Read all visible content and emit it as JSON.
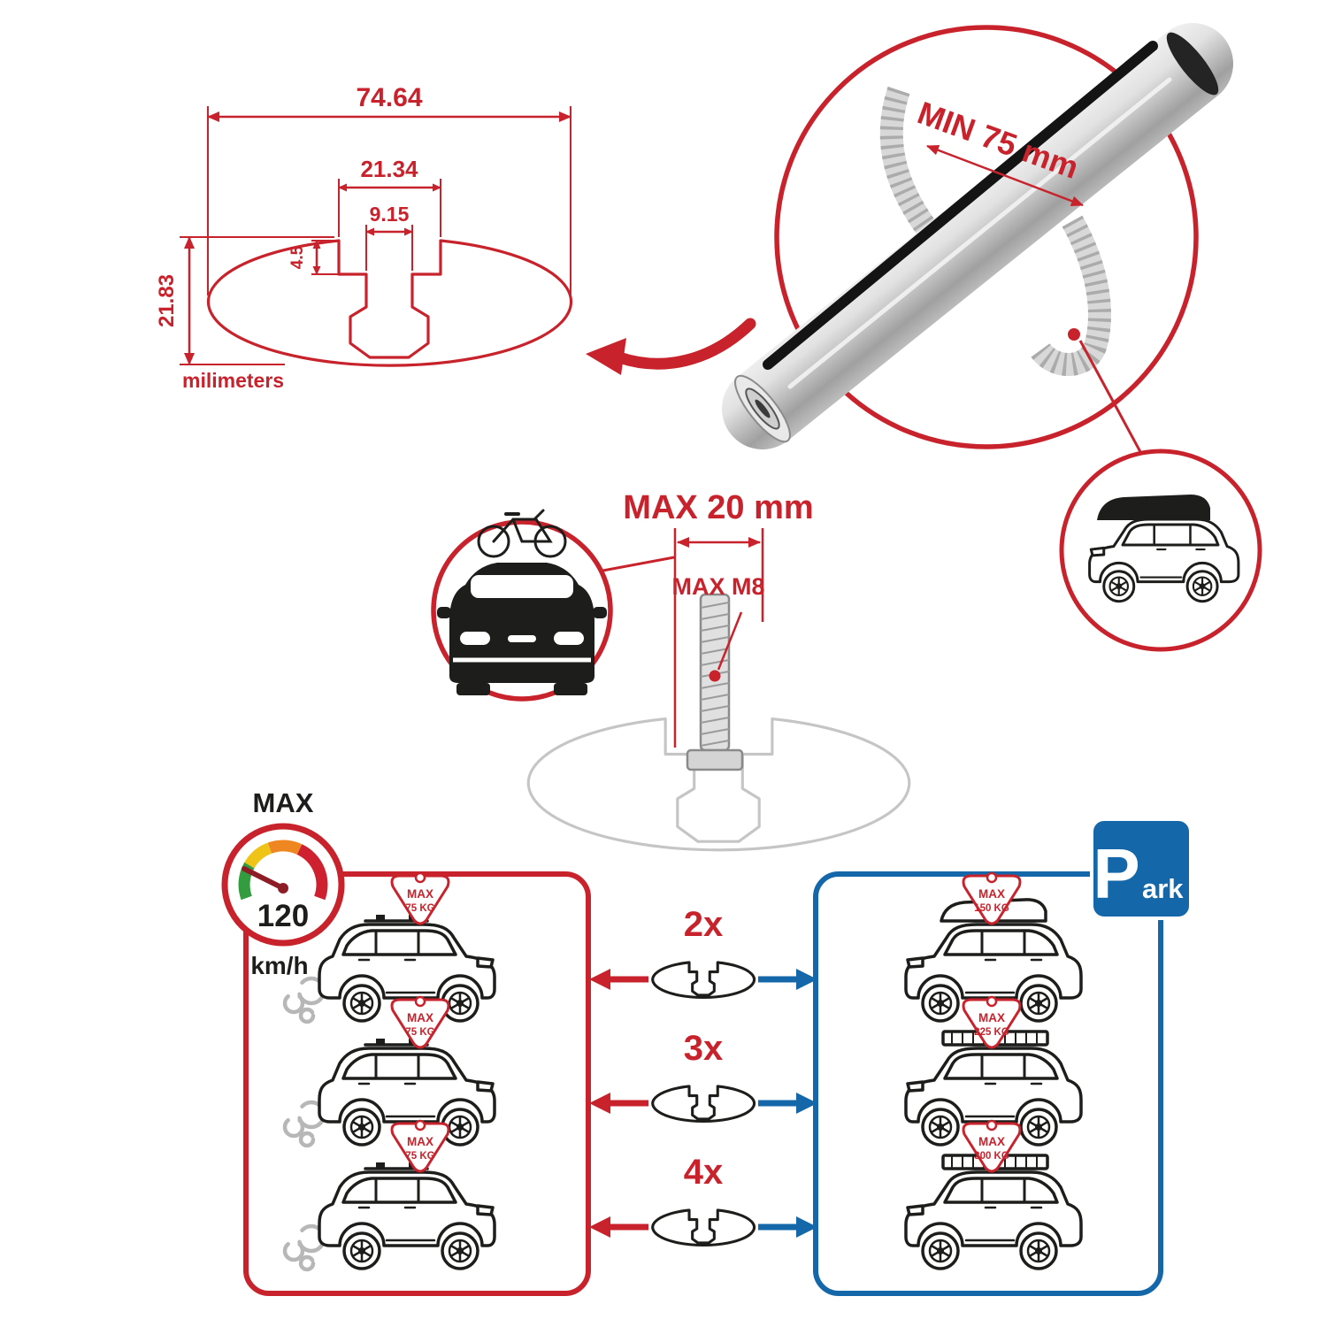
{
  "colors": {
    "red": "#c8232c",
    "blue": "#1467a8",
    "black": "#1d1d1b",
    "silver": "#d9d9d9"
  },
  "profile_dimensions": {
    "total_width": "74.64",
    "slot_outer_width": "21.34",
    "slot_inner_width": "9.15",
    "slot_lip_depth": "4.5",
    "total_height": "21.83",
    "units_label": "milimeters"
  },
  "crossbar_detail": {
    "min_rail_span": "MIN 75 mm"
  },
  "mount_detail": {
    "max_clamp_width": "MAX 20 mm",
    "max_bolt_size": "MAX M8"
  },
  "speed_badge": {
    "label": "MAX",
    "value": "120",
    "unit": "km/h"
  },
  "park_sign": {
    "letter": "P",
    "suffix": "ark"
  },
  "bar_options": [
    {
      "count": "2x",
      "driving_load": {
        "line1": "MAX",
        "line2": "75 KG"
      },
      "parked_load": {
        "line1": "MAX",
        "line2": "150 KG"
      }
    },
    {
      "count": "3x",
      "driving_load": {
        "line1": "MAX",
        "line2": "75 KG"
      },
      "parked_load": {
        "line1": "MAX",
        "line2": "225 KG"
      }
    },
    {
      "count": "4x",
      "driving_load": {
        "line1": "MAX",
        "line2": "75 KG"
      },
      "parked_load": {
        "line1": "MAX",
        "line2": "300 KG"
      }
    }
  ]
}
